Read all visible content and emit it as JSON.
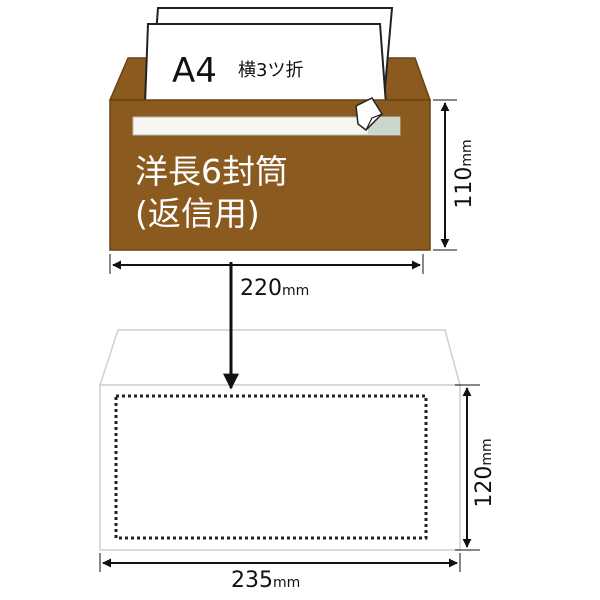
{
  "paper": {
    "size_label": "A4",
    "fold_label": "横3ツ折"
  },
  "return_envelope": {
    "name_line1": "洋長6封筒",
    "name_line2": "(返信用)",
    "color": "#8b5a1f",
    "width": {
      "value": "220",
      "unit": "mm"
    },
    "height": {
      "value": "110",
      "unit": "mm"
    }
  },
  "outer_envelope": {
    "width": {
      "value": "235",
      "unit": "mm"
    },
    "height": {
      "value": "120",
      "unit": "mm"
    }
  }
}
